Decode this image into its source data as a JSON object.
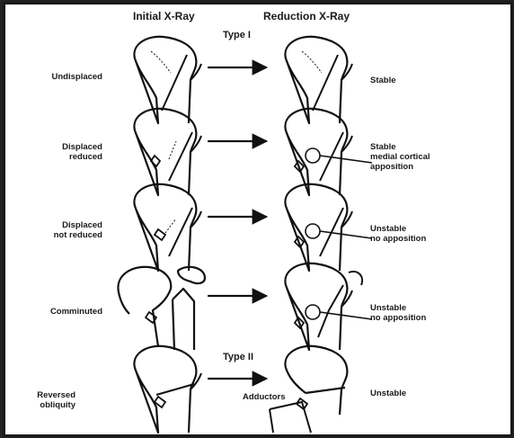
{
  "headers": {
    "initial": "Initial X-Ray",
    "reduction": "Reduction X-Ray"
  },
  "types": {
    "type1": "Type I",
    "type2": "Type II"
  },
  "rows": [
    {
      "left": [
        "Undisplaced"
      ],
      "right": [
        "Stable"
      ]
    },
    {
      "left": [
        "Displaced",
        "reduced"
      ],
      "right": [
        "Stable",
        "medial cortical",
        "apposition"
      ]
    },
    {
      "left": [
        "Displaced",
        "not reduced"
      ],
      "right": [
        "Unstable",
        "no apposition"
      ]
    },
    {
      "left": [
        "Comminuted"
      ],
      "right": [
        "Unstable",
        "no apposition"
      ]
    },
    {
      "left": [
        "Reversed",
        "obliquity"
      ],
      "right": [
        "Unstable"
      ]
    }
  ],
  "annotations": {
    "adductors": "Adductors"
  }
}
